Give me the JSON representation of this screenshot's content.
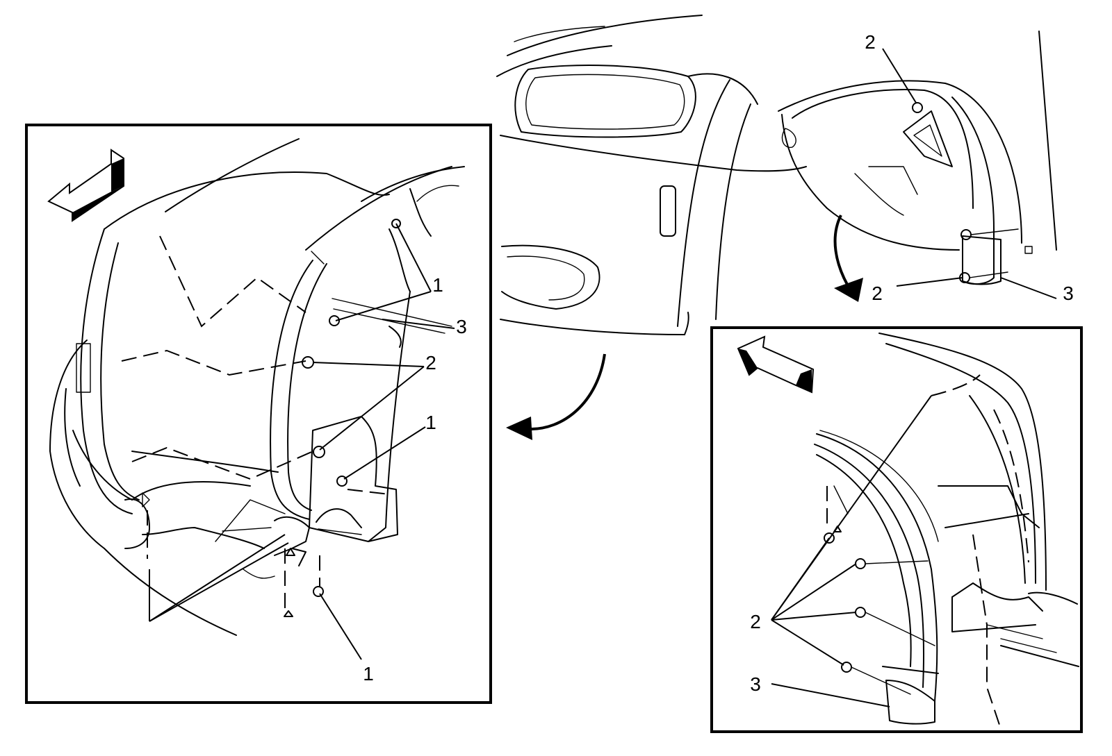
{
  "callouts": {
    "left": [
      {
        "text": "1"
      },
      {
        "text": "3"
      },
      {
        "text": "2"
      },
      {
        "text": "1"
      },
      {
        "text": "1"
      }
    ],
    "top_right": [
      {
        "text": "2"
      },
      {
        "text": "2"
      },
      {
        "text": "3"
      }
    ],
    "bottom_right": [
      {
        "text": "2"
      },
      {
        "text": "3"
      }
    ]
  }
}
